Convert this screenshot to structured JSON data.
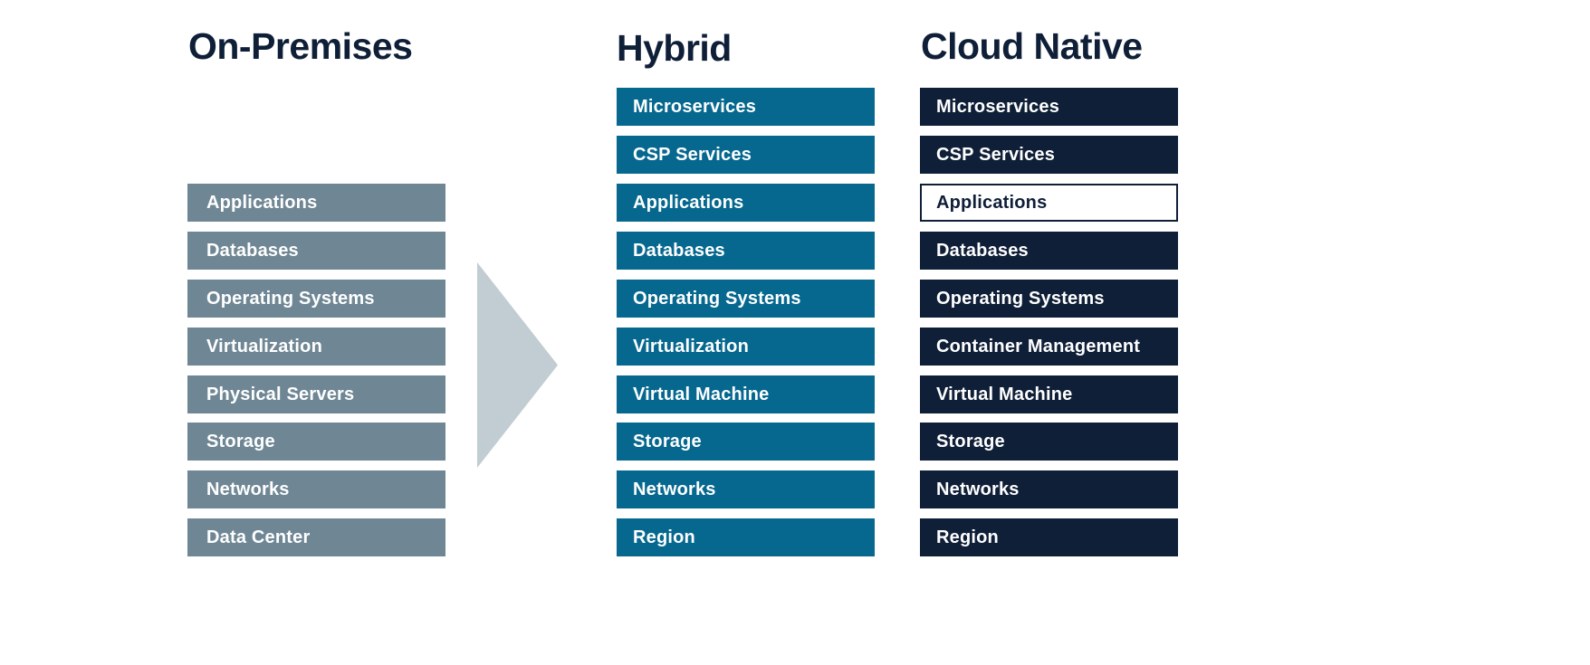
{
  "columns": {
    "on_premises": {
      "title": "On-Premises",
      "color": "#6f8795",
      "items": [
        "Applications",
        "Databases",
        "Operating Systems",
        "Virtualization",
        "Physical Servers",
        "Storage",
        "Networks",
        "Data Center"
      ]
    },
    "hybrid": {
      "title": "Hybrid",
      "color": "#06688f",
      "items": [
        "Microservices",
        "CSP Services",
        "Applications",
        "Databases",
        "Operating Systems",
        "Virtualization",
        "Virtual Machine",
        "Storage",
        "Networks",
        "Region"
      ]
    },
    "cloud_native": {
      "title": "Cloud Native",
      "color": "#0f1f38",
      "highlighted_item": "Applications",
      "items": [
        "Microservices",
        "CSP Services",
        "Applications",
        "Databases",
        "Operating Systems",
        "Container Management",
        "Virtual Machine",
        "Storage",
        "Networks",
        "Region"
      ]
    }
  },
  "arrow": {
    "icon": "transition-arrow-icon",
    "color": "#c1ccd3"
  }
}
